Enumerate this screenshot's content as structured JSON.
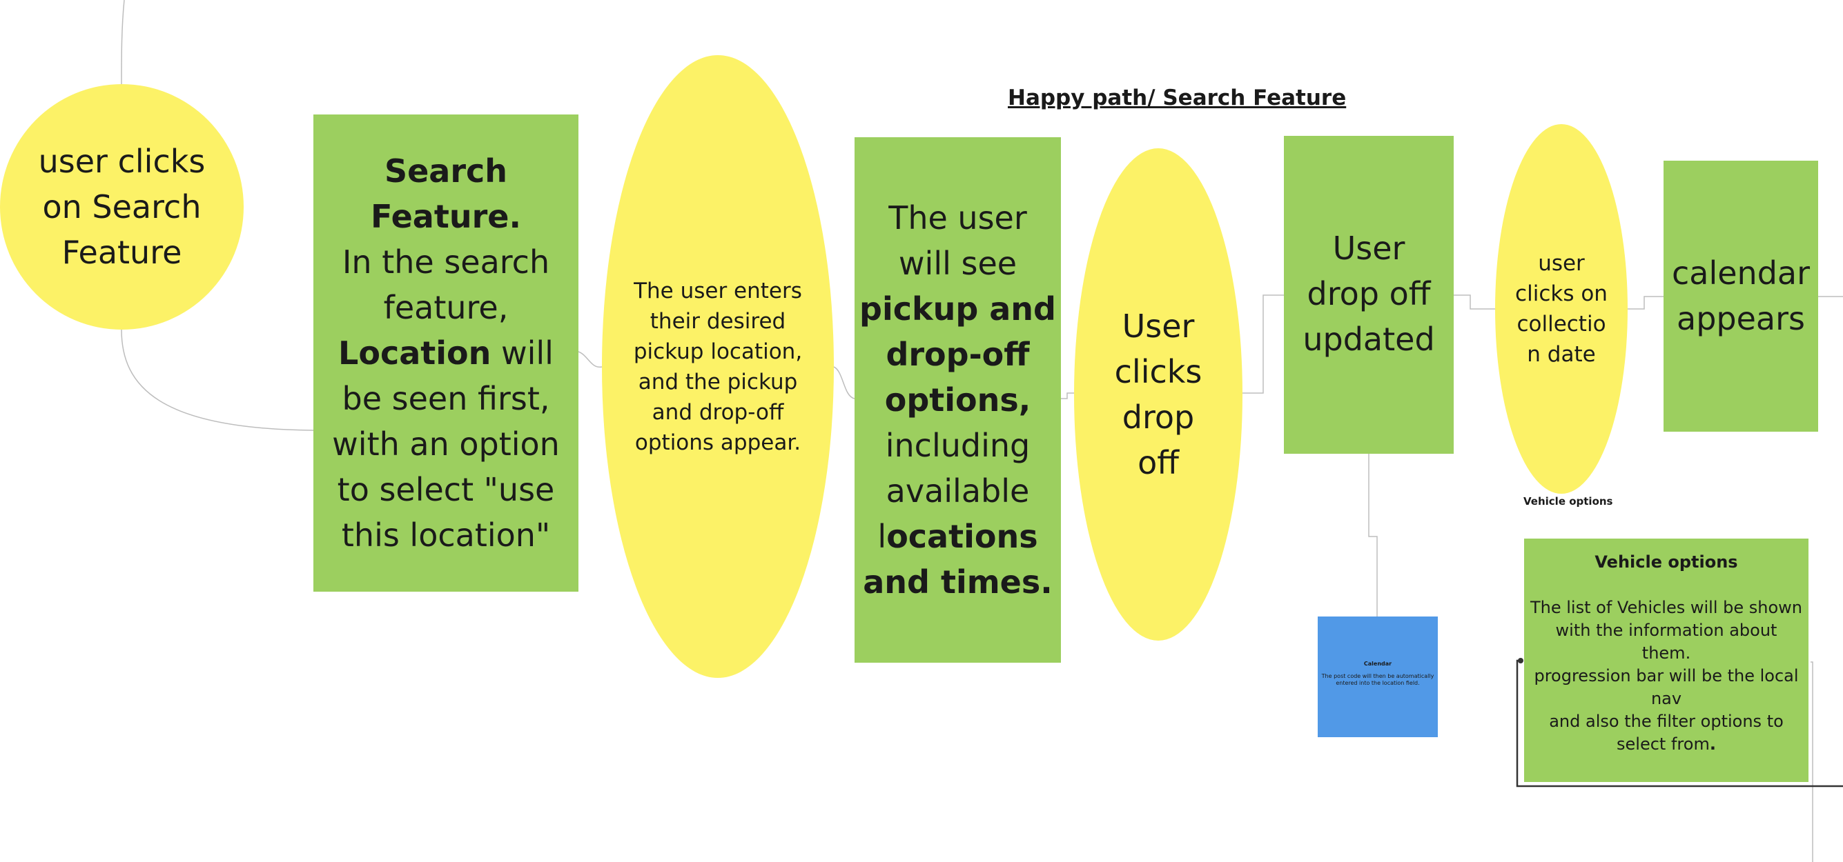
{
  "title": "Happy path/ Search Feature",
  "colors": {
    "sticky_yellow": "#fcf267",
    "sticky_green": "#9ccf5f",
    "sticky_blue": "#5199e7",
    "connector": "#bdbdbd"
  },
  "nodes": {
    "n1": {
      "line1": "user clicks",
      "line2": "on Search",
      "line3": "Feature"
    },
    "n2": {
      "line1": "Search",
      "line2": "Feature.",
      "line3": "In the search",
      "line4": "feature,",
      "line5_bold": "Location",
      "line5_rest": " will",
      "line6": "be seen first,",
      "line7": "with an option",
      "line8": "to select \"use",
      "line9": "this location\""
    },
    "n3": {
      "line1": "The user enters",
      "line2": "their desired",
      "line3": "pickup location,",
      "line4": "and the pickup",
      "line5": "and drop-off",
      "line6": "options appear."
    },
    "n4": {
      "line1": "The user",
      "line2": "will see",
      "line3": "pickup and",
      "line4": "drop-off",
      "line5": "options,",
      "line6": "including",
      "line7": "available",
      "line8_plain": "l",
      "line8_bold": "ocations",
      "line9": "and times."
    },
    "n5": {
      "line1": "User",
      "line2": "clicks",
      "line3": "drop",
      "line4": "off"
    },
    "n6": {
      "line1": "User",
      "line2": "drop off",
      "line3": "updated"
    },
    "n7": {
      "line1": "user",
      "line2": "clicks on",
      "line3": "collectio",
      "line4": "n date"
    },
    "n8": {
      "line1": "calendar",
      "line2": "appears"
    },
    "calendar_note": {
      "title": "Calendar",
      "line1": "The post code will then be automatically",
      "line2": "entered into the location field."
    },
    "vehicle_caption": "Vehicle options",
    "vehicle": {
      "title": "Vehicle options",
      "line1": "The list of Vehicles will be shown",
      "line2": "with the information about",
      "line3": "them.",
      "line4": "progression bar will be the local",
      "line5": "nav",
      "line6": "and also the filter options to",
      "line7": "select from",
      "line7_end": "."
    }
  }
}
